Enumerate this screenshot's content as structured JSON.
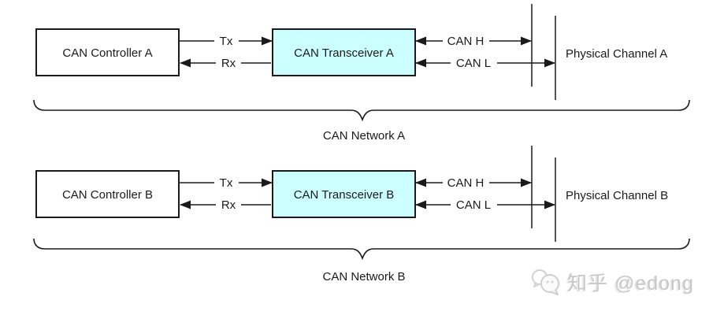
{
  "colors": {
    "line": "#1a1a1a",
    "controller_fill": "#ffffff",
    "transceiver_fill": "#ccffff",
    "background": "#ffffff",
    "watermark": "#c7c7c7"
  },
  "networks": [
    {
      "controller_label": "CAN Controller A",
      "transceiver_label": "CAN Transceiver A",
      "channel_label": "Physical Channel A",
      "tx_label": "Tx",
      "rx_label": "Rx",
      "can_high_label": "CAN H",
      "can_low_label": "CAN L",
      "network_label": "CAN Network A"
    },
    {
      "controller_label": "CAN Controller B",
      "transceiver_label": "CAN Transceiver B",
      "channel_label": "Physical Channel B",
      "tx_label": "Tx",
      "rx_label": "Rx",
      "can_high_label": "CAN H",
      "can_low_label": "CAN L",
      "network_label": "CAN Network B"
    }
  ],
  "watermark": {
    "text": "知乎 @edong",
    "icon": "chat-bubbles-icon"
  }
}
